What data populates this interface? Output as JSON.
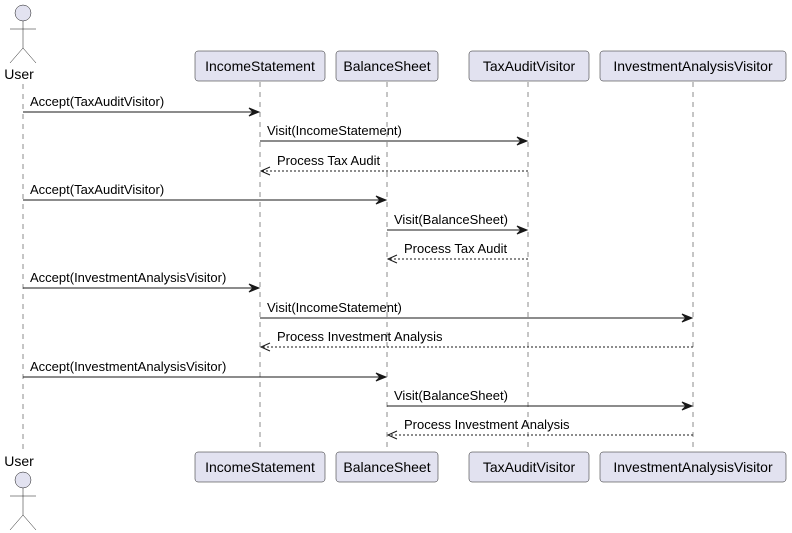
{
  "participants": [
    {
      "id": "user",
      "label": "User",
      "kind": "actor"
    },
    {
      "id": "income",
      "label": "IncomeStatement",
      "kind": "participant"
    },
    {
      "id": "balance",
      "label": "BalanceSheet",
      "kind": "participant"
    },
    {
      "id": "tax",
      "label": "TaxAuditVisitor",
      "kind": "participant"
    },
    {
      "id": "invest",
      "label": "InvestmentAnalysisVisitor",
      "kind": "participant"
    }
  ],
  "messages": [
    {
      "from": "user",
      "to": "income",
      "label": "Accept(TaxAuditVisitor)",
      "style": "solid"
    },
    {
      "from": "income",
      "to": "tax",
      "label": "Visit(IncomeStatement)",
      "style": "solid"
    },
    {
      "from": "tax",
      "to": "income",
      "label": "Process Tax Audit",
      "style": "dashed"
    },
    {
      "from": "user",
      "to": "balance",
      "label": "Accept(TaxAuditVisitor)",
      "style": "solid"
    },
    {
      "from": "balance",
      "to": "tax",
      "label": "Visit(BalanceSheet)",
      "style": "solid"
    },
    {
      "from": "tax",
      "to": "balance",
      "label": "Process Tax Audit",
      "style": "dashed"
    },
    {
      "from": "user",
      "to": "income",
      "label": "Accept(InvestmentAnalysisVisitor)",
      "style": "solid"
    },
    {
      "from": "income",
      "to": "invest",
      "label": "Visit(IncomeStatement)",
      "style": "solid"
    },
    {
      "from": "invest",
      "to": "income",
      "label": "Process Investment Analysis",
      "style": "dashed"
    },
    {
      "from": "user",
      "to": "balance",
      "label": "Accept(InvestmentAnalysisVisitor)",
      "style": "solid"
    },
    {
      "from": "balance",
      "to": "invest",
      "label": "Visit(BalanceSheet)",
      "style": "solid"
    },
    {
      "from": "invest",
      "to": "balance",
      "label": "Process Investment Analysis",
      "style": "dashed"
    }
  ],
  "colors": {
    "participant_fill": "#e2e2f0",
    "stroke": "#181818",
    "background": "#ffffff"
  }
}
